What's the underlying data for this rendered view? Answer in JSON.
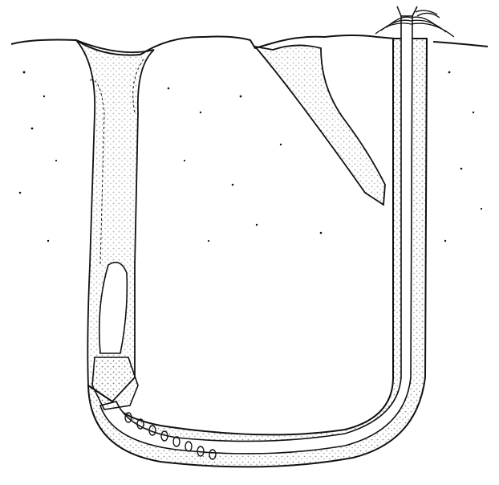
{
  "figure": {
    "kind": "line-drawing",
    "subject": "u-shaped-burrow-cross-section",
    "palette": {
      "ink": "#111111",
      "sediment_fill": "#f2f2f2",
      "background": "#ffffff"
    },
    "parts": [
      "sediment-surface",
      "head-shaft",
      "side-shaft",
      "tail-shaft",
      "burrow-u-tube",
      "worm-body",
      "fecal-cast-mound"
    ]
  }
}
